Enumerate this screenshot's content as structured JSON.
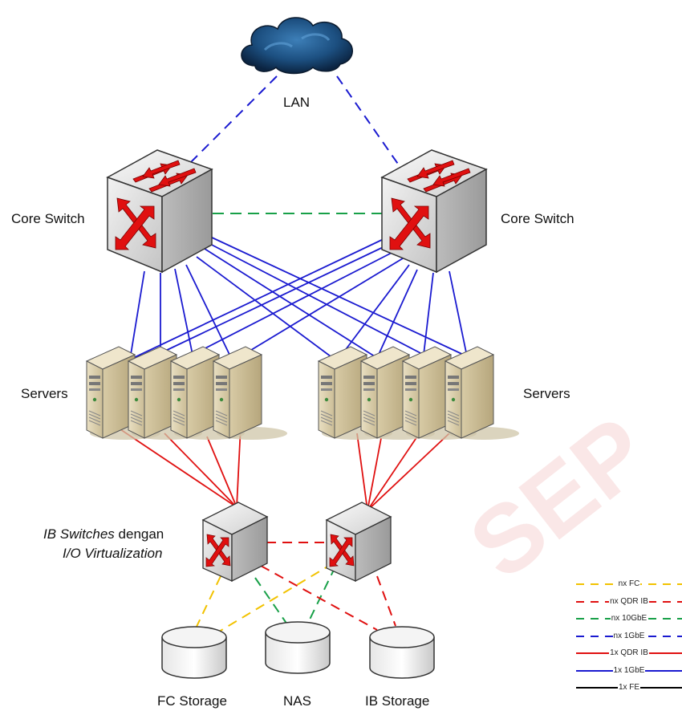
{
  "labels": {
    "lan": "LAN",
    "core_switch_left": "Core Switch",
    "core_switch_right": "Core Switch",
    "servers_left": "Servers",
    "servers_right": "Servers",
    "ib_switches_italic": "IB Switches",
    "ib_switches_rest": " dengan",
    "io_virtualization": "I/O Virtualization",
    "fc_storage": "FC Storage",
    "nas": "NAS",
    "ib_storage": "IB Storage"
  },
  "watermark": "SEP",
  "legend": [
    {
      "label": "nx FC",
      "color": "#f2c200",
      "dashed": true
    },
    {
      "label": "nx QDR IB",
      "color": "#e01010",
      "dashed": true
    },
    {
      "label": "nx 10GbE",
      "color": "#18a048",
      "dashed": true
    },
    {
      "label": "nx 1GbE",
      "color": "#1a1ad0",
      "dashed": true
    },
    {
      "label": "1x QDR IB",
      "color": "#e01010",
      "dashed": false
    },
    {
      "label": "1x 1GbE",
      "color": "#1a1ad0",
      "dashed": false
    },
    {
      "label": "1x FE",
      "color": "#000000",
      "dashed": false
    }
  ],
  "colors": {
    "fc": "#f2c200",
    "qdr_ib": "#e01010",
    "ten_gbe": "#18a048",
    "one_gbe": "#1a1ad0",
    "fe": "#000000"
  },
  "icons": {
    "cloud": "cloud-icon",
    "switch": "network-switch-icon",
    "server": "server-tower-icon",
    "storage": "disk-storage-icon"
  }
}
